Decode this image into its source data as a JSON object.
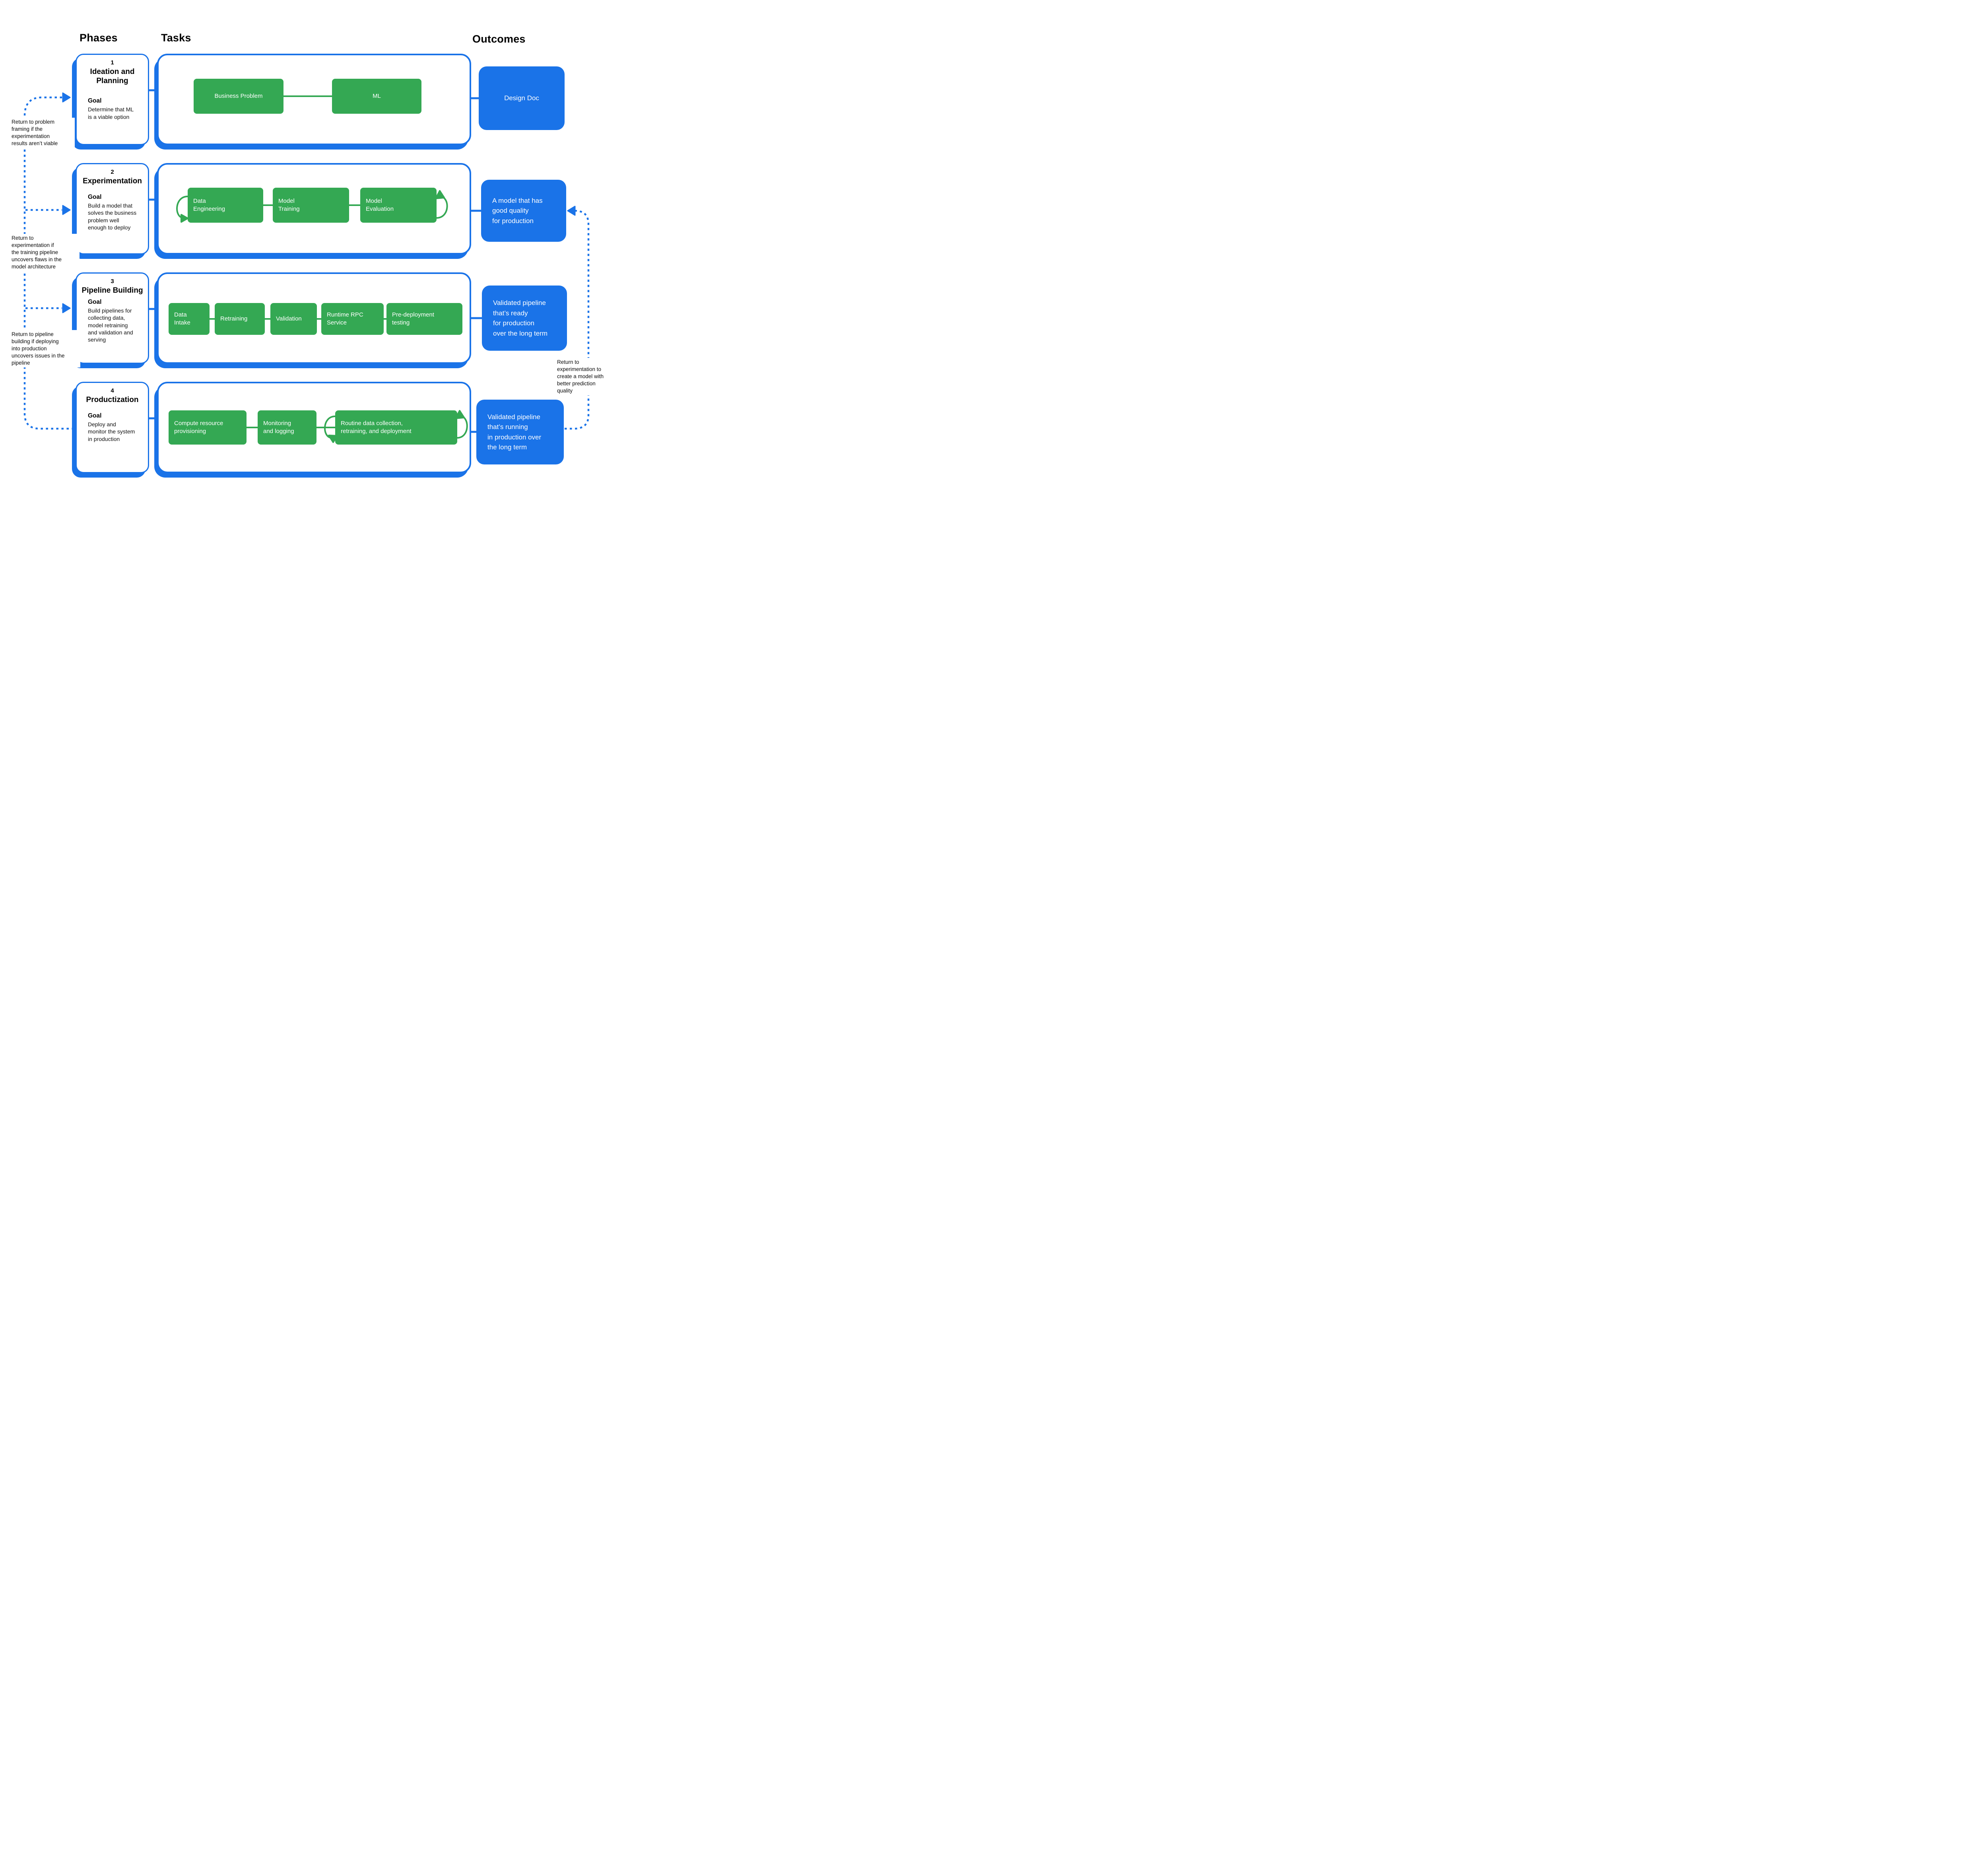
{
  "headers": {
    "phases": "Phases",
    "tasks": "Tasks",
    "outcomes": "Outcomes"
  },
  "colors": {
    "accent_blue": "#1a73e8",
    "task_green": "#34a853",
    "text": "#000000"
  },
  "phases": [
    {
      "number": "1",
      "title": "Ideation and\nPlanning",
      "goal_label": "Goal",
      "goal": "Determine that ML\nis a viable option"
    },
    {
      "number": "2",
      "title": "Experimentation",
      "goal_label": "Goal",
      "goal": "Build a model that\nsolves the business\nproblem well\nenough to deploy"
    },
    {
      "number": "3",
      "title": "Pipeline Building",
      "goal_label": "Goal",
      "goal": "Build pipelines for\ncollecting data,\nmodel retraining\nand validation and\nserving"
    },
    {
      "number": "4",
      "title": "Productization",
      "goal_label": "Goal",
      "goal": "Deploy and\nmonitor the system\nin production"
    }
  ],
  "tasks": {
    "row1": [
      "Business Problem",
      "ML"
    ],
    "row2": [
      "Data\nEngineering",
      "Model\nTraining",
      "Model\nEvaluation"
    ],
    "row3": [
      "Data\nIntake",
      "Retraining",
      "Validation",
      "Runtime RPC\nService",
      "Pre-deployment\ntesting"
    ],
    "row4": [
      "Compute resource\nprovisioning",
      "Monitoring\nand logging",
      "Routine data collection,\nretraining, and deployment"
    ]
  },
  "outcomes": [
    "Design Doc",
    "A model that has\ngood quality\nfor production",
    "Validated pipeline\nthat’s ready\nfor production\nover the long term",
    "Validated pipeline\nthat’s running\nin production over\nthe long term"
  ],
  "annotations": {
    "return_to_problem_framing": "Return to problem\nframing if the\nexperimentation\nresults aren’t viable",
    "return_to_experimentation_left": "Return to\nexperimentation if\nthe training pipeline\nuncovers flaws in the\nmodel architecture",
    "return_to_pipeline_building": "Return to pipeline\nbuilding if deploying\ninto production\nuncovers issues in the\npipeline",
    "return_to_experimentation_right": "Return to\nexperimentation to\ncreate a model with\nbetter prediction\nquality"
  }
}
